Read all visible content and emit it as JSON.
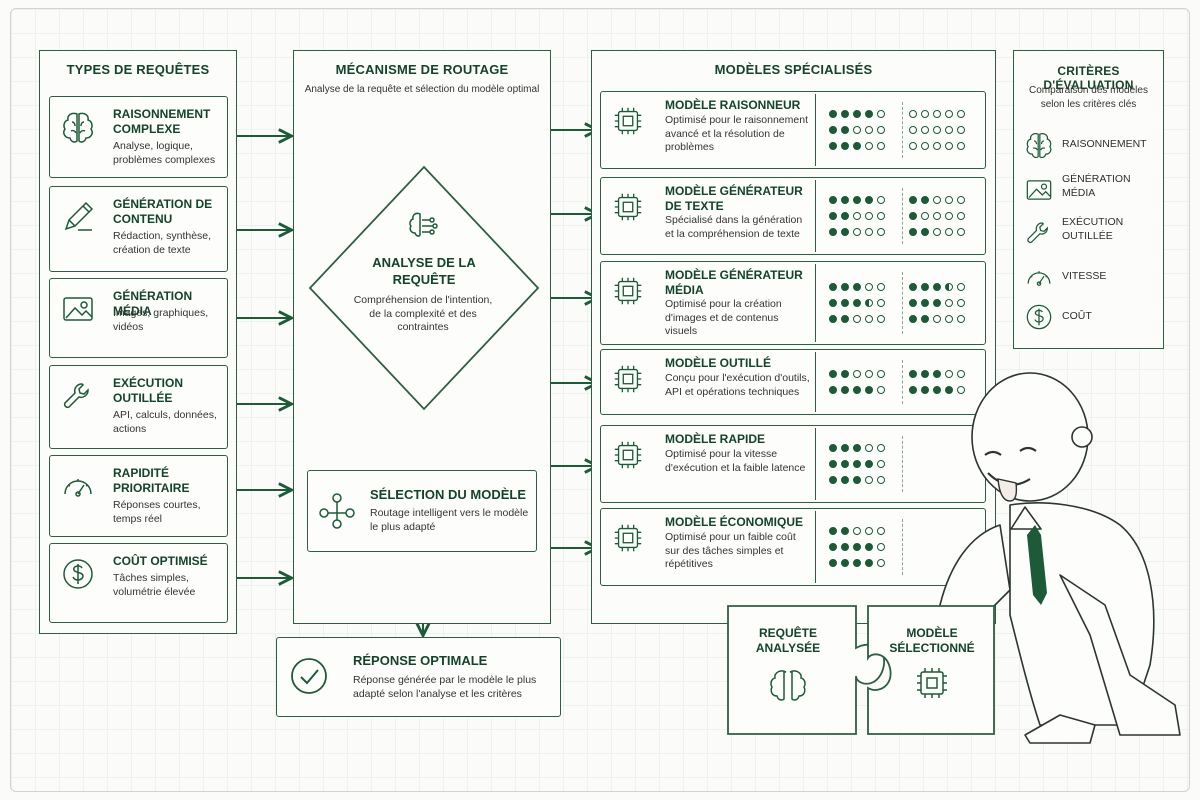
{
  "colors": {
    "accent": "#1d5a37",
    "border": "#2f5d43",
    "background": "#fbfcfa"
  },
  "left": {
    "title": "TYPES DE REQUÊTES",
    "items": [
      {
        "title": "RAISONNEMENT COMPLEXE",
        "desc": "Analyse, logique, problèmes complexes",
        "icon": "brain-icon"
      },
      {
        "title": "GÉNÉRATION DE CONTENU",
        "desc": "Rédaction, synthèse, création de texte",
        "icon": "pen-icon"
      },
      {
        "title": "GÉNÉRATION MÉDIA",
        "desc": "Images, graphiques, vidéos",
        "icon": "image-icon"
      },
      {
        "title": "EXÉCUTION OUTILLÉE",
        "desc": "API, calculs, données, actions",
        "icon": "wrench-icon"
      },
      {
        "title": "RAPIDITÉ PRIORITAIRE",
        "desc": "Réponses courtes, temps réel",
        "icon": "gauge-icon"
      },
      {
        "title": "COÛT OPTIMISÉ",
        "desc": "Tâches simples, volumétrie élevée",
        "icon": "dollar-icon"
      }
    ]
  },
  "middle": {
    "title": "MÉCANISME DE ROUTAGE",
    "subtitle": "Analyse de la requête et sélection du modèle optimal",
    "analysis_title": "ANALYSE DE LA REQUÊTE",
    "analysis_desc": "Compréhension de l'intention, de la complexité et des contraintes",
    "selection_title": "SÉLECTION DU MODÈLE",
    "selection_desc": "Routage intelligent vers le modèle le plus adapté"
  },
  "response": {
    "title": "RÉPONSE OPTIMALE",
    "desc": "Réponse générée par le modèle le plus adapté selon l'analyse et les critères"
  },
  "models": {
    "title": "MODÈLES SPÉCIALISÉS",
    "items": [
      {
        "title": "MODÈLE RAISONNEUR",
        "desc": "Optimisé pour le raisonnement avancé et la résolution de problèmes",
        "left": [
          [
            1,
            1,
            1,
            1,
            0
          ],
          [
            1,
            1,
            0,
            0,
            0
          ],
          [
            1,
            1,
            1,
            0,
            0
          ]
        ],
        "right": [
          [
            0,
            0,
            0,
            0,
            0
          ],
          [
            0,
            0,
            0,
            0,
            0
          ],
          [
            0,
            0,
            0,
            0,
            0
          ]
        ]
      },
      {
        "title": "MODÈLE GÉNÉRATEUR DE TEXTE",
        "desc": "Spécialisé dans la génération et la compréhension de texte",
        "left": [
          [
            1,
            1,
            1,
            1,
            0
          ],
          [
            1,
            1,
            0,
            0,
            0
          ],
          [
            1,
            1,
            0,
            0,
            0
          ]
        ],
        "right": [
          [
            1,
            1,
            0,
            0,
            0
          ],
          [
            1,
            0,
            0,
            0,
            0
          ],
          [
            1,
            1,
            0,
            0,
            0
          ]
        ]
      },
      {
        "title": "MODÈLE GÉNÉRATEUR MÉDIA",
        "desc": "Optimisé pour la création d'images et de contenus visuels",
        "left": [
          [
            1,
            1,
            1,
            0,
            0
          ],
          [
            1,
            1,
            1,
            0.5,
            0
          ],
          [
            1,
            1,
            0,
            0,
            0
          ]
        ],
        "right": [
          [
            1,
            1,
            1,
            0.5,
            0
          ],
          [
            1,
            1,
            1,
            0,
            0
          ],
          [
            1,
            1,
            0,
            0,
            0
          ]
        ]
      },
      {
        "title": "MODÈLE OUTILLÉ",
        "desc": "Conçu pour l'exécution d'outils, API et opérations techniques",
        "left": [
          [
            1,
            1,
            0,
            0,
            0
          ],
          [
            1,
            1,
            1,
            1,
            0
          ]
        ],
        "right": [
          [
            1,
            1,
            1,
            0,
            0
          ],
          [
            1,
            1,
            1,
            1,
            0
          ]
        ]
      },
      {
        "title": "MODÈLE RAPIDE",
        "desc": "Optimisé pour la vitesse d'exécution et la faible latence",
        "left": [
          [
            1,
            1,
            1,
            0,
            0
          ],
          [
            1,
            1,
            1,
            1,
            0
          ],
          [
            1,
            1,
            1,
            0,
            0
          ]
        ],
        "right": []
      },
      {
        "title": "MODÈLE ÉCONOMIQUE",
        "desc": "Optimisé pour un faible coût sur des tâches simples et répétitives",
        "left": [
          [
            1,
            1,
            0,
            0,
            0
          ],
          [
            1,
            1,
            1,
            1,
            0
          ],
          [
            1,
            1,
            1,
            1,
            0
          ]
        ],
        "right": []
      }
    ]
  },
  "criteria": {
    "title": "CRITÈRES D'ÉVALUATION",
    "subtitle": "Comparaison des modèles selon les critères clés",
    "items": [
      {
        "label": "RAISONNEMENT",
        "icon": "brain-icon"
      },
      {
        "label": "GÉNÉRATION MÉDIA",
        "icon": "image-icon"
      },
      {
        "label": "EXÉCUTION OUTILLÉE",
        "icon": "wrench-icon"
      },
      {
        "label": "VITESSE",
        "icon": "gauge-icon"
      },
      {
        "label": "COÛT",
        "icon": "dollar-icon"
      }
    ]
  },
  "puzzle": {
    "left": "REQUÊTE ANALYSÉE",
    "right": "MODÈLE SÉLECTIONNÉ"
  }
}
